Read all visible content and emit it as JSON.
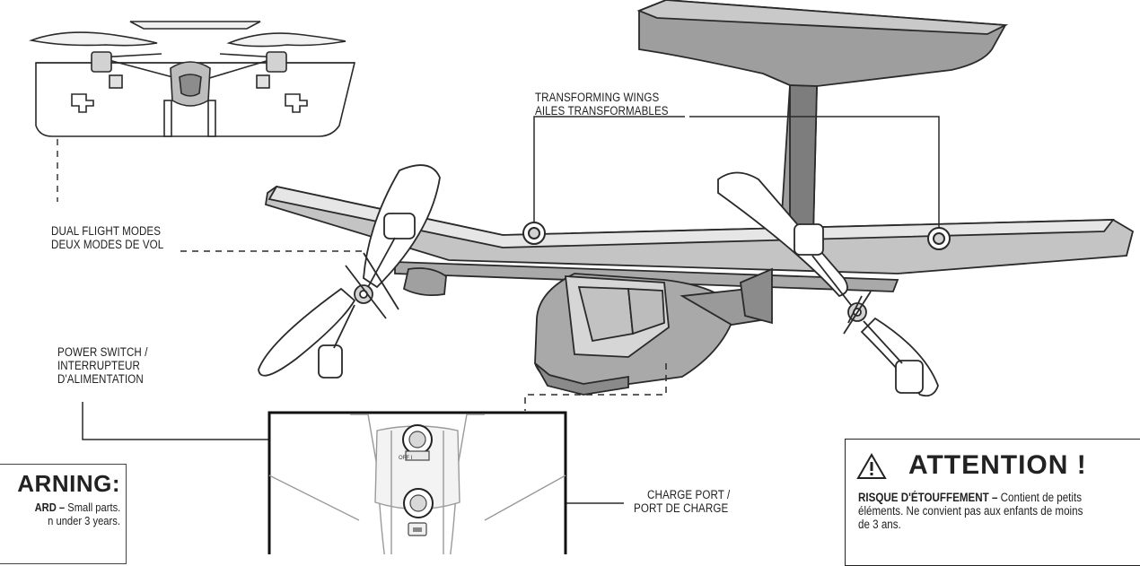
{
  "callouts": {
    "transforming_wings_en": "TRANSFORMING WINGS",
    "transforming_wings_fr": "AILES TRANSFORMABLES",
    "dual_flight_en": "DUAL FLIGHT MODES",
    "dual_flight_fr": "DEUX MODES DE VOL",
    "power_switch_1": "POWER SWITCH /",
    "power_switch_2": "INTERRUPTEUR",
    "power_switch_3": "D'ALIMENTATION",
    "charge_port_1": "CHARGE PORT /",
    "charge_port_2": "PORT DE CHARGE"
  },
  "inset": {
    "switch_marks": "OFF    I"
  },
  "warning_en": {
    "heading": "ARNING:",
    "line1_bold": "ARD –",
    "line1_rest": " Small parts.",
    "line2": "n under 3 years."
  },
  "warning_fr": {
    "heading": "ATTENTION !",
    "line1_bold": "RISQUE D'ÉTOUFFEMENT –",
    "line1_rest": " Contient de petits",
    "line2": "éléments. Ne convient pas aux enfants de moins",
    "line3": "de 3 ans."
  },
  "colors": {
    "line": "#2a2a2a",
    "body_gray": "#a9a9a9",
    "light_gray": "#d2d2d2",
    "dark_gray": "#7d7d7d"
  }
}
